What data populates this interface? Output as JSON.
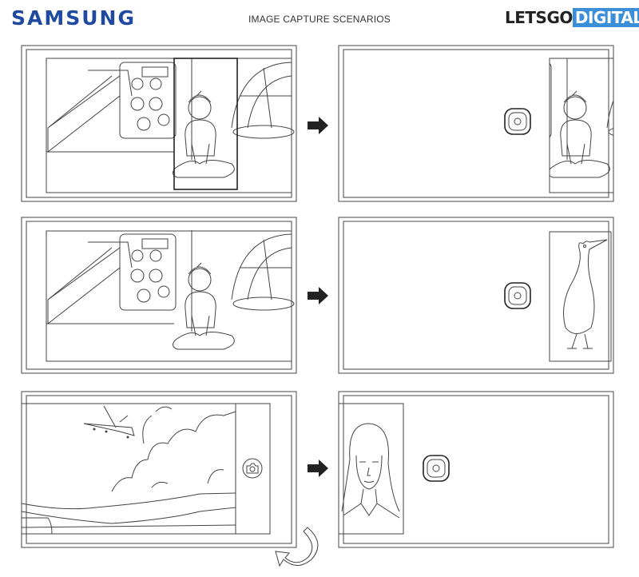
{
  "header": {
    "brand": "SAMSUNG",
    "title": "IMAGE CAPTURE SCENARIOS",
    "source_logo_a": "LETSGO",
    "source_logo_b": "DIGITAL"
  },
  "colors": {
    "brand": "#1f4aa0",
    "source_accent": "#3a8fd8",
    "line": "#444444"
  },
  "scenarios": [
    {
      "left": "child-in-playground-with-selection-frame",
      "right": "shutter-and-child-preview"
    },
    {
      "left": "child-in-playground",
      "right": "shutter-and-duck-preview"
    },
    {
      "left": "landscape-with-airplane-and-camera-button",
      "right": "shutter-and-portrait-preview"
    }
  ]
}
